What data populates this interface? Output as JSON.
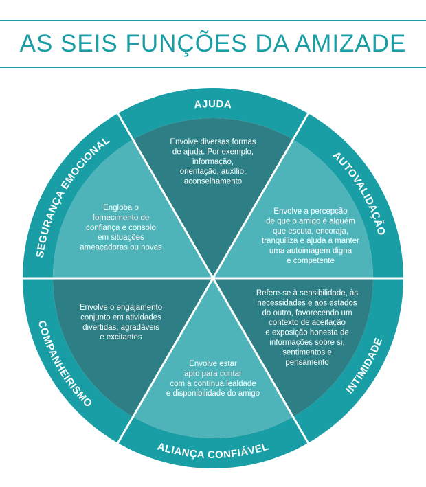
{
  "title": "AS SEIS FUNÇÕES DA AMIZADE",
  "colors": {
    "title": "#1a9ea5",
    "outer_ring": "#1a9ea5",
    "light_sector": "#4fb4b9",
    "dark_sector": "#2e7f85",
    "divider": "#ffffff"
  },
  "segments": [
    {
      "id": "ajuda",
      "label": "AJUDA",
      "description": [
        "Envolve diversas formas",
        "de ajuda. Por exemplo,",
        "informação,",
        "orientação, auxílio,",
        "aconselhamento"
      ]
    },
    {
      "id": "autovalidacao",
      "label": "AUTOVALIDAÇÃO",
      "description": [
        "Envolve a percepção",
        "de que o amigo é alguém",
        "que escuta, encoraja,",
        "tranquiliza e ajuda a manter",
        "uma autoimagem digna",
        "e competente"
      ]
    },
    {
      "id": "intimidade",
      "label": "INTIMIDADE",
      "description": [
        "Refere-se à sensibilidade, às",
        "necessidades e aos estados",
        "do outro, favorecendo um",
        "contexto de aceitação",
        "e  exposição honesta de",
        "informações sobre si,",
        "sentimentos e",
        "pensamento"
      ]
    },
    {
      "id": "alianca",
      "label": "ALIANÇA CONFIÁVEL",
      "description": [
        "Envolve estar",
        "apto para contar",
        "com a contínua lealdade",
        "e disponibilidade do amigo"
      ]
    },
    {
      "id": "companheirismo",
      "label": "COMPANHEIRISMO",
      "description": [
        "Envolve o engajamento",
        "conjunto em atividades",
        "divertidas, agradáveis",
        "e excitantes"
      ]
    },
    {
      "id": "seguranca",
      "label": "SEGURANÇA EMOCIONAL",
      "description": [
        "Engloba o",
        "fornecimento de",
        "confiança e consolo",
        "em situações",
        "ameaçadoras ou novas"
      ]
    }
  ]
}
